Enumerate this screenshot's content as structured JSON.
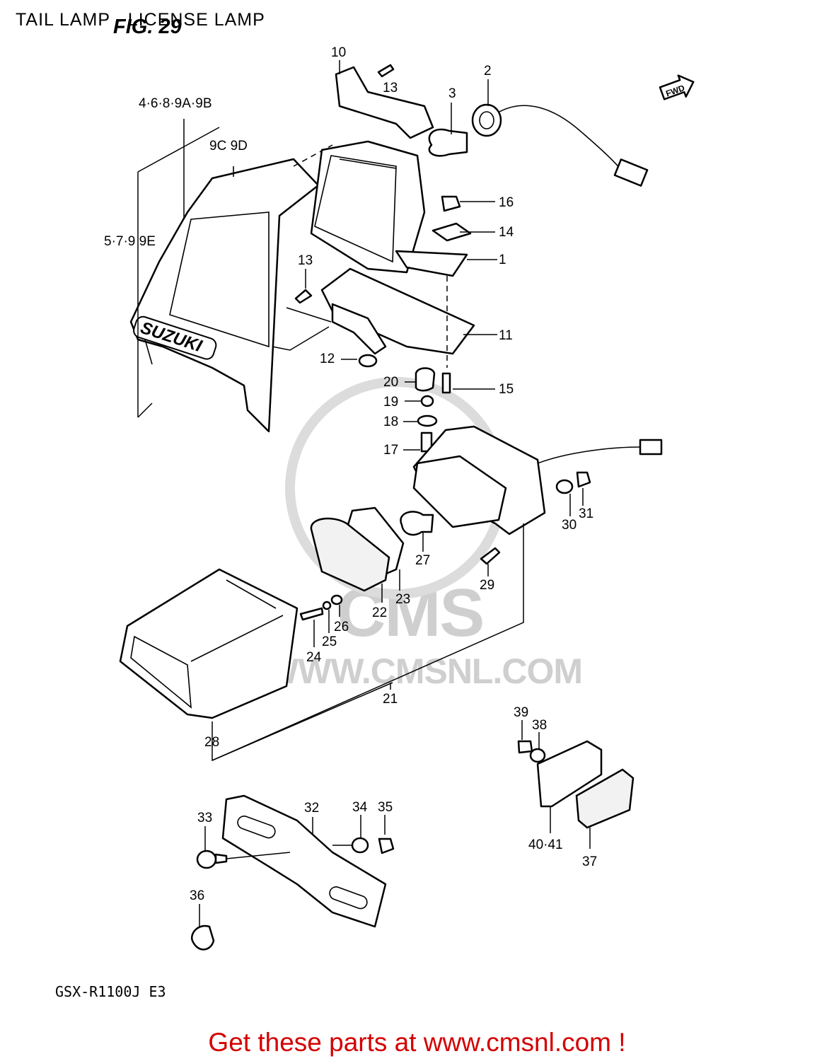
{
  "header": {
    "title": "TAIL LAMP - LICENSE LAMP",
    "figure": "FIG. 29",
    "model": "GSX-R1100J E3"
  },
  "brand_text": "SUZUKI",
  "direction_mark": "FWD",
  "watermark": {
    "logo": "CMS",
    "url": "WWW.CMSNL.COM"
  },
  "promo": "Get these parts at www.cmsnl.com !",
  "callouts": [
    "1",
    "2",
    "3",
    "4·6·8·9A·9B",
    "9C 9D",
    "5·7·9 9E",
    "10",
    "11",
    "12",
    "13",
    "13",
    "14",
    "15",
    "16",
    "17",
    "18",
    "19",
    "20",
    "21",
    "22",
    "23",
    "24",
    "25",
    "26",
    "27",
    "28",
    "29",
    "30",
    "31",
    "32",
    "33",
    "34",
    "35",
    "36",
    "37",
    "38",
    "39",
    "40·41"
  ],
  "colors": {
    "line": "#000000",
    "promo": "#d40000",
    "watermark": "#cfcfcf"
  }
}
